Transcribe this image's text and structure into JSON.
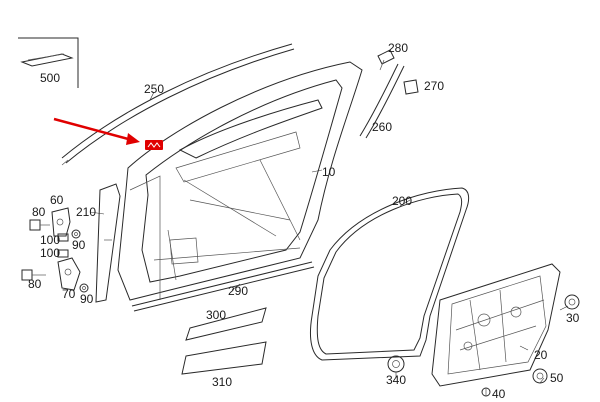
{
  "labels": {
    "p500": "500",
    "p250": "250",
    "p280": "280",
    "p270": "270",
    "p260": "260",
    "p10": "10",
    "p60": "60",
    "p80a": "80",
    "p210": "210",
    "p100a": "100",
    "p90a": "90",
    "p100b": "100",
    "p80b": "80",
    "p70": "70",
    "p90b": "90",
    "p200": "200",
    "p290": "290",
    "p300": "300",
    "p310": "310",
    "p30": "30",
    "p20": "20",
    "p340": "340",
    "p50": "50",
    "p40": "40"
  },
  "highlight": {
    "arrow_color": "#e00000",
    "marker_color": "#e00000"
  }
}
